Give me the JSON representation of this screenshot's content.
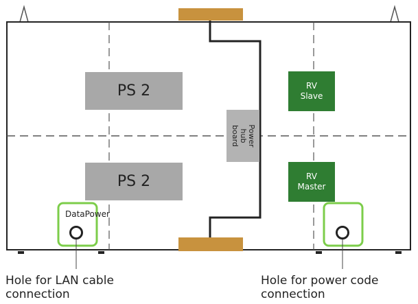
{
  "boxes": {
    "ps_top": "PS 2",
    "ps_bottom": "PS 2",
    "rv_slave": "RV\nSlave",
    "rv_master": "RV\nMaster",
    "hub": "Power\nhub\nboard"
  },
  "labels": {
    "datapower": "DataPower",
    "lan_caption": "Hole for LAN cable\nconnection",
    "power_caption": "Hole for power code\nconnection"
  },
  "colors": {
    "ps_fill": "#a8a8a8",
    "rv_fill": "#2f7d32",
    "hub_fill": "#b3b3b3",
    "connector": "#c8923e",
    "highlight": "#7ccd4a",
    "outline": "#222222",
    "dash": "#555555"
  }
}
